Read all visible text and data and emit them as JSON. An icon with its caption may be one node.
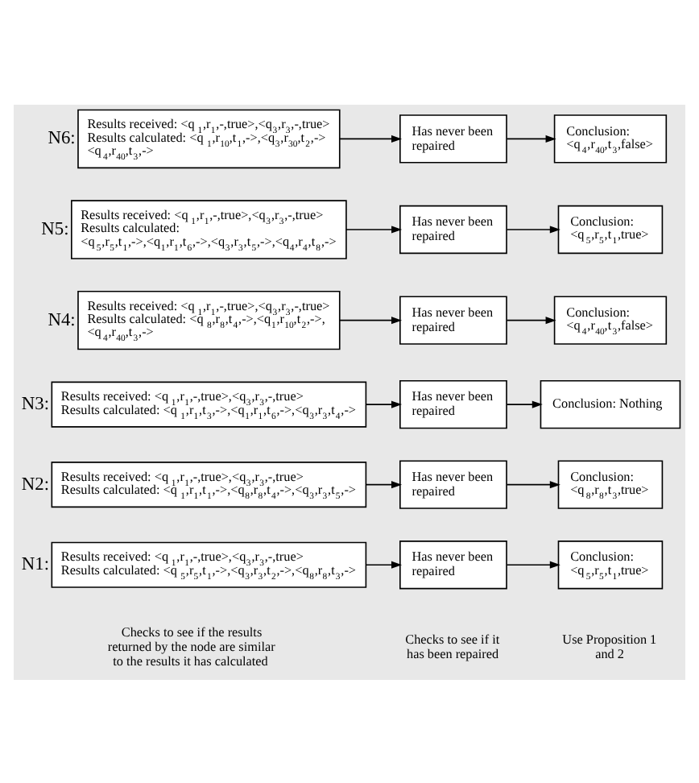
{
  "diagram": {
    "nodes": [
      {
        "text": [
          "Results received: <q$_{1}$,r$_{1}$,-,true>,<q$_{3}$,r$_{3}$,-,true>",
          "Results calculated: <q$_{5}$,r$_{5}$,t$_{1}$,->,<q$_{3}$,r$_{3}$,t$_{2}$,->,<q$_{8}$,r$_{8}$,t$_{3}$,->"
        ],
        "beside": [
          "N1:"
        ]
      },
      {
        "text": [
          "Has never been repaired"
        ]
      },
      {
        "text": [
          "Conclusion: <q$_{5}$,r$_{5}$,t$_{1}$,true>"
        ]
      },
      {
        "text": [
          "Results received: <q$_{1}$,r$_{1}$,-,true>,<q$_{3}$,r$_{3}$,-,true>",
          "Results calculated: <q$_{1}$,r$_{1}$,t$_{1}$,->,<q$_{8}$,r$_{8}$,t$_{4}$,->,<q$_{3}$,r$_{3}$,t$_{5}$,->"
        ],
        "beside": [
          "N2:"
        ]
      },
      {
        "text": [
          "Has never been repaired"
        ]
      },
      {
        "text": [
          "Conclusion: <q$_{8}$,r$_{8}$,t$_{3}$,true>"
        ]
      },
      {
        "text": [
          "Results received: <q$_{1}$,r$_{1}$,-,true>,<q$_{3}$,r$_{3}$,-,true>",
          "Results calculated: <q$_{1}$,r$_{1}$,t$_{3}$,->,<q$_{1}$,r$_{1}$,t$_{6}$,->,<q$_{3}$,r$_{3}$,t$_{4}$,->"
        ],
        "beside": [
          "N3:"
        ]
      },
      {
        "text": [
          "Has never been repaired"
        ]
      },
      {
        "text": [
          "Conclusion: Nothing"
        ]
      },
      {
        "text": [
          "Results received: <q$_{1}$,r$_{1}$,-,true>,<q$_{3}$,r$_{3}$,-,true>",
          "Results calculated: <q$_{8}$,r$_{8}$,t$_{4}$,->,<q$_{1}$,r$_{10}$,t$_{2}$,->,",
          "<q$_{4}$,r$_{40}$,t$_{3}$,->"
        ],
        "beside": [
          "N4:"
        ]
      },
      {
        "text": [
          "Has never been repaired"
        ]
      },
      {
        "text": [
          "Conclusion: <q$_{4}$,r$_{40}$,t$_{3}$,false>"
        ]
      },
      {
        "text": [
          "Results received: <q$_{1}$,r$_{1}$,-,true>,<q$_{3}$,r$_{3}$,-,true>",
          "Results calculated: <q$_{5}$,r$_{5}$,t$_{1}$,->,<q$_{1}$,r$_{1}$,t$_{6}$,->,<q$_{3}$,r$_{3}$,t$_{5}$,->,<q$_{4}$,r$_{4}$,t$_{8}$,->"
        ],
        "beside": [
          "N5:"
        ]
      },
      {
        "text": [
          "Has never been repaired"
        ]
      },
      {
        "text": [
          "Conclusion: <q$_{5}$,r$_{5}$,t$_{1}$,true>"
        ]
      },
      {
        "text": [
          "Results received: <q$_{1}$,r$_{1}$,-,true>,<q$_{3}$,r$_{3}$,-,true>",
          "Results calculated: <q$_{1}$,r$_{10}$,t$_{1}$,->,<q$_{3}$,r$_{30}$,t$_{2}$,->",
          "<q$_{4}$,r$_{40}$,t$_{3}$,->"
        ],
        "beside": [
          "N6:"
        ]
      },
      {
        "text": [
          "Has never been repaired"
        ]
      },
      {
        "text": [
          "Conclusion: <q$_{4}$,r$_{40}$,t$_{3}$,false>"
        ]
      }
    ],
    "edges": [
      {
        "from": 0,
        "to": 1,
        "arrow": "to"
      },
      {
        "from": 1,
        "to": 2,
        "arrow": "to"
      },
      {
        "from": 3,
        "to": 4,
        "arrow": "to"
      },
      {
        "from": 4,
        "to": 5,
        "arrow": "to"
      },
      {
        "from": 6,
        "to": 7,
        "arrow": "to"
      },
      {
        "from": 7,
        "to": 8,
        "arrow": "to"
      },
      {
        "from": 9,
        "to": 10,
        "arrow": "to"
      },
      {
        "from": 10,
        "to": 11,
        "arrow": "to"
      },
      {
        "from": 12,
        "to": 13,
        "arrow": "to"
      },
      {
        "from": 13,
        "to": 14,
        "arrow": "to"
      },
      {
        "from": 15,
        "to": 16,
        "arrow": "to"
      },
      {
        "from": 16,
        "to": 17,
        "arrow": "to"
      }
    ],
    "labels": [
      "Checks to see if the results returned by the node are similar to the results it has calculated",
      "Checks to see if it has been repaired",
      "Use Proposition 1 and 2"
    ]
  }
}
